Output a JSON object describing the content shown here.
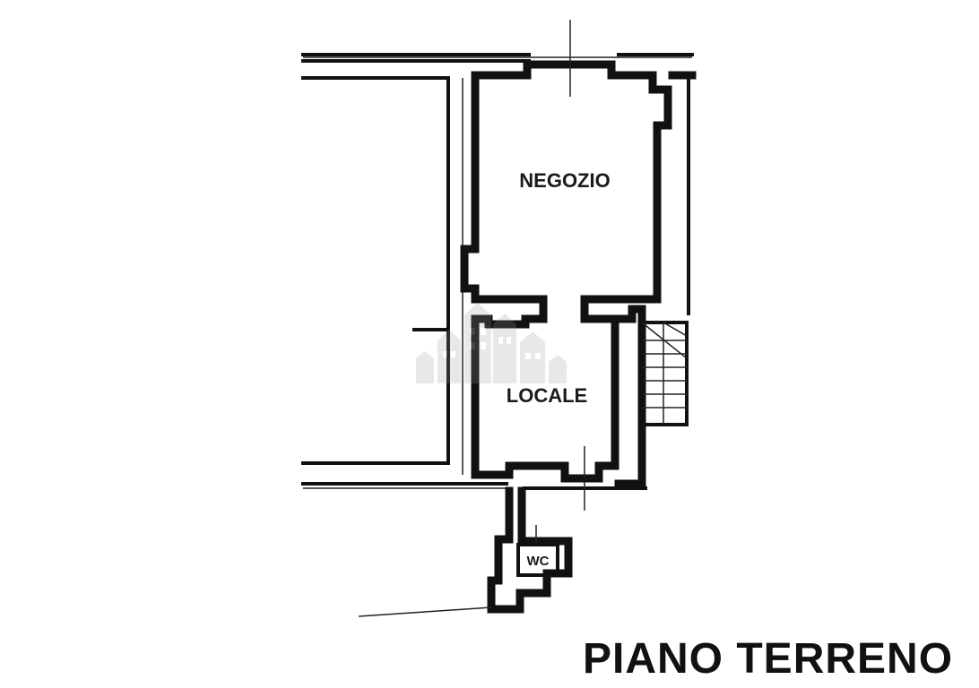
{
  "plan": {
    "title": "PIANO TERRENO",
    "rooms": [
      {
        "label": "NEGOZIO"
      },
      {
        "label": "LOCALE"
      },
      {
        "label": "WC"
      }
    ]
  },
  "watermark": {
    "icon": "buildings-icon"
  },
  "colors": {
    "ink": "#111111",
    "background": "#ffffff",
    "watermark": "#9a9a9a"
  }
}
